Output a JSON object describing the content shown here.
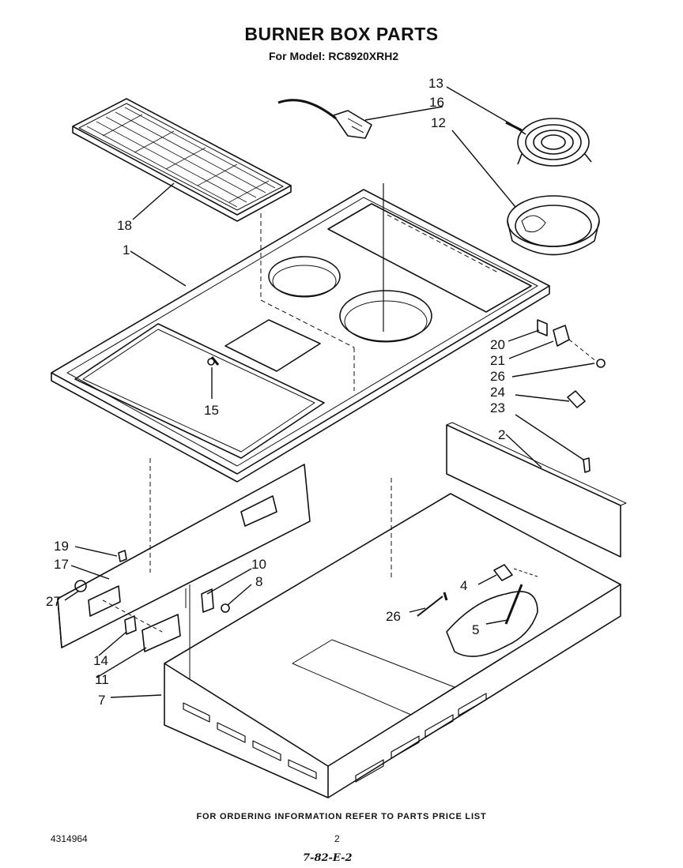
{
  "header": {
    "title": "BURNER BOX PARTS",
    "subtitle": "For Model: RC8920XRH2"
  },
  "diagram": {
    "callouts": [
      "1",
      "2",
      "4",
      "5",
      "7",
      "8",
      "10",
      "11",
      "12",
      "13",
      "14",
      "15",
      "16",
      "17",
      "18",
      "19",
      "20",
      "21",
      "23",
      "24",
      "26",
      "26",
      "27"
    ]
  },
  "footer": {
    "ordering_note": "FOR ORDERING INFORMATION REFER TO PARTS PRICE LIST",
    "doc_number": "4314964",
    "page_number": "2",
    "handwritten_date": "7-82-E-2"
  }
}
